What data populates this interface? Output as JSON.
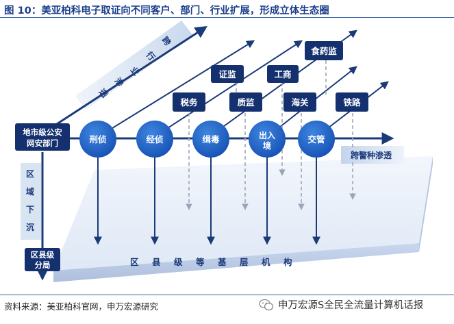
{
  "title": "图 10：美亚柏科电子取证向不同客户、部门、行业扩展，形成立体生态圈",
  "source": "资料来源：美亚柏科官网，申万宏源研究",
  "watermark": "申万宏源S全民全流量计算机话报",
  "colors": {
    "navy": "#14306e",
    "blue": "#1e5ec8",
    "arrow": "#1b3a78",
    "band": "#c7d7ee"
  },
  "diagram": {
    "top_box": [
      "地市级公安",
      "网安部门"
    ],
    "bottom_box": [
      "区县级",
      "分局"
    ],
    "left_axis": [
      "区",
      "域",
      "下",
      "沉"
    ],
    "diagonal_label": [
      "跨",
      "行",
      "业",
      "渗",
      "透"
    ],
    "horizontal_label": "跨警种渗透",
    "base_label": [
      "区",
      "县",
      "级",
      "等",
      "基",
      "层",
      "机",
      "构"
    ],
    "police_types": [
      "刑侦",
      "经侦",
      "缉毒",
      "出入境",
      "交管"
    ],
    "upper_row": [
      "食药监",
      "工商",
      "证监"
    ],
    "lower_row": [
      "税务",
      "质监",
      "海关",
      "铁路"
    ]
  }
}
